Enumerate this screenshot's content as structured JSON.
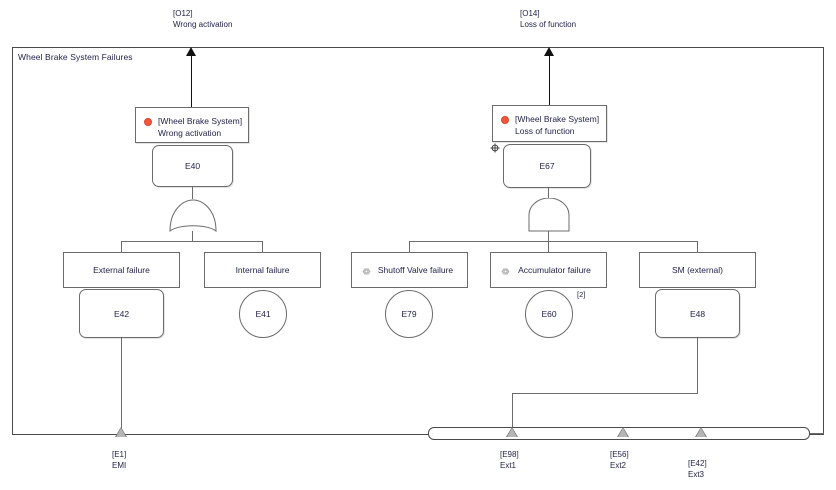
{
  "diagram": {
    "title": "Wheel Brake System Failures",
    "type": "fault-tree"
  },
  "ports": [
    {
      "id": "[O12]",
      "name": "Wrong activation"
    },
    {
      "id": "[O14]",
      "name": "Loss of function"
    }
  ],
  "top_events": [
    {
      "qualifier": "[Wheel Brake System]",
      "name": "Wrong activation",
      "icon": "red-dot-icon",
      "gate_id": "E40",
      "gate_type": "or"
    },
    {
      "qualifier": "[Wheel Brake System]",
      "name": "Loss of function",
      "icon": "red-dot-icon",
      "gate_id": "E67",
      "gate_type": "and",
      "marker_icon": "crosshair-icon"
    }
  ],
  "intermediate_events": [
    {
      "label": "External failure",
      "event_id": "E42",
      "shape": "rounded-box"
    },
    {
      "label": "Internal failure",
      "event_id": "E41",
      "shape": "circle"
    },
    {
      "label": "Shutoff Valve failure",
      "event_id": "E79",
      "shape": "circle",
      "icon": "component-icon"
    },
    {
      "label": "Accumulator failure",
      "event_id": "E60",
      "shape": "circle",
      "icon": "component-icon",
      "multiplicity": "[2]"
    },
    {
      "label": "SM (external)",
      "event_id": "E48",
      "shape": "rounded-box"
    }
  ],
  "external_triggers": [
    {
      "id": "[E1]",
      "name": "EMI"
    },
    {
      "id": "[E98]",
      "name": "Ext1"
    },
    {
      "id": "[E56]",
      "name": "Ext2"
    },
    {
      "id": "[E42]",
      "name": "Ext3"
    }
  ],
  "colors": {
    "stroke": "#6b6b6b",
    "frame_stroke": "#4a4a4a",
    "text": "#23234a",
    "top_event_dot": "#f4553c",
    "trigger_fill": "#b5b5b5"
  }
}
